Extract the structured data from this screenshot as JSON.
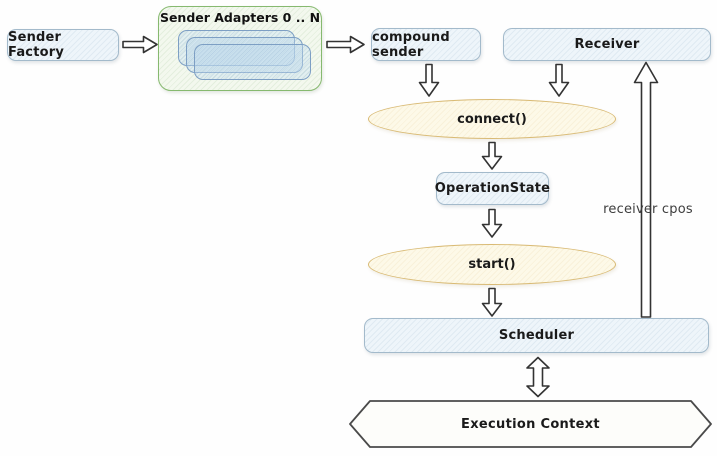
{
  "diagram": {
    "nodes": {
      "sender_factory": {
        "label": "Sender Factory",
        "shape": "rounded-rect"
      },
      "sender_adapters": {
        "label": "Sender Adapters 0 .. N",
        "shape": "group",
        "stacked_items": 3
      },
      "compound_sender": {
        "label": "compound sender",
        "shape": "rounded-rect"
      },
      "receiver": {
        "label": "Receiver",
        "shape": "rounded-rect"
      },
      "connect": {
        "label": "connect()",
        "shape": "ellipse"
      },
      "operation_state": {
        "label": "OperationState",
        "shape": "rounded-rect"
      },
      "start": {
        "label": "start()",
        "shape": "ellipse"
      },
      "scheduler": {
        "label": "Scheduler",
        "shape": "rounded-rect"
      },
      "execution_context": {
        "label": "Execution Context",
        "shape": "hexagon"
      }
    },
    "edges": [
      {
        "from": "sender_factory",
        "to": "sender_adapters",
        "style": "hollow-arrow-right",
        "label": ""
      },
      {
        "from": "sender_adapters",
        "to": "compound_sender",
        "style": "hollow-arrow-right",
        "label": ""
      },
      {
        "from": "compound_sender",
        "to": "connect",
        "style": "hollow-arrow-down",
        "label": ""
      },
      {
        "from": "receiver",
        "to": "connect",
        "style": "hollow-arrow-down",
        "label": ""
      },
      {
        "from": "connect",
        "to": "operation_state",
        "style": "hollow-arrow-down",
        "label": ""
      },
      {
        "from": "operation_state",
        "to": "start",
        "style": "hollow-arrow-down",
        "label": ""
      },
      {
        "from": "start",
        "to": "scheduler",
        "style": "hollow-arrow-down",
        "label": ""
      },
      {
        "from": "scheduler",
        "to": "receiver",
        "style": "hollow-arrow-up-long",
        "label": "receiver cpos"
      },
      {
        "from": "scheduler",
        "to": "execution_context",
        "style": "hollow-arrow-double-vertical",
        "label": ""
      }
    ],
    "edge_labels": {
      "receiver_cpos": "receiver cpos"
    },
    "colors": {
      "node_fill": "#eef5fa",
      "node_border": "#a3bacb",
      "group_fill": "#f3f8ee",
      "group_border": "#86b96f",
      "inner_rect_border": "#7d9fc4",
      "ellipse_fill": "#fdf9e8",
      "ellipse_border": "#d9ba74",
      "hexagon_fill": "#fdfdfa",
      "hexagon_border": "#4a4a4a",
      "arrow_fill": "#ffffff",
      "arrow_stroke": "#333333",
      "text": "#1a1a1a"
    }
  }
}
